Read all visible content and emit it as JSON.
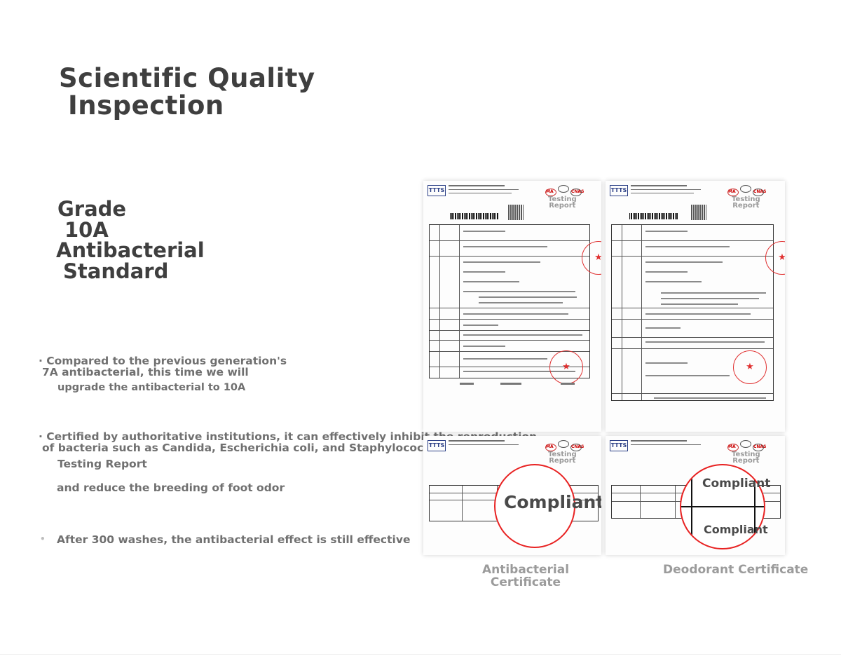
{
  "heading": {
    "line1": "Scientific Quality",
    "line2": "Inspection"
  },
  "grade": {
    "l1": "Grade",
    "l2": "10A",
    "l3": "Antibacterial",
    "l4": "Standard"
  },
  "bullets": {
    "b1_line1": "· Compared to the previous generation's",
    "b1_line2": "7A antibacterial, this time we will",
    "b1_line3": "upgrade the antibacterial to 10A",
    "b2_line1": "· Certified by authoritative institutions, it can effectively inhibit the reproduction",
    "b2_line2": "of bacteria such as Candida, Escherichia coli, and Staphylococcus",
    "b2_line3": "Testing Report",
    "b2_line4": "and reduce the breeding of foot odor",
    "b3_dot": "•",
    "b3": "After 300 washes, the antibacterial effect is still effective"
  },
  "certificates": {
    "logo": "TTTS",
    "report_l1": "Testing",
    "report_l2": "Report",
    "mark_ma": "MA",
    "mark_cnas": "CNAS",
    "compliant": "Compliant",
    "star": "★",
    "caption_antibacterial_l1": "Antibacterial",
    "caption_antibacterial_l2": "Certificate",
    "caption_deodorant": "Deodorant Certificate"
  },
  "colors": {
    "accent_red": "#e82222",
    "text_dark": "#3f3f3f",
    "text_gray": "#707070",
    "caption_gray": "#9b9b9b",
    "logo_blue": "#2b3f86"
  }
}
